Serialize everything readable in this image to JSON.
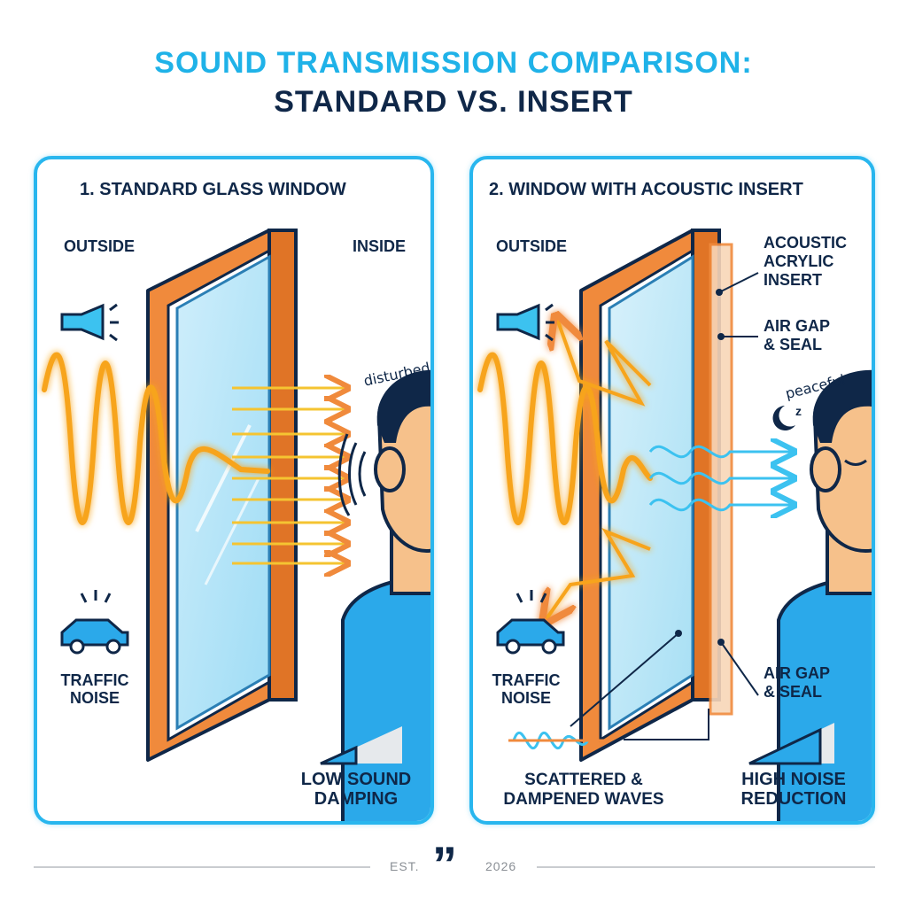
{
  "header": {
    "title_line1": "SOUND TRANSMISSION COMPARISON:",
    "title_line2": "STANDARD VS. INSERT"
  },
  "panel_standard": {
    "heading": "1.  STANDARD GLASS WINDOW",
    "outside_label": "OUTSIDE",
    "inside_label": "INSIDE",
    "listener_state": "disturbed",
    "source_label_line1": "TRAFFIC",
    "source_label_line2": "NOISE",
    "result_line1": "LOW SOUND",
    "result_line2": "DAMPING"
  },
  "panel_insert": {
    "heading": "2. WINDOW WITH ACOUSTIC INSERT",
    "outside_label": "OUTSIDE",
    "insert_label_line1": "ACOUSTIC",
    "insert_label_line2": "ACRYLIC",
    "insert_label_line3": "INSERT",
    "gap_top_line1": "AIR GAP",
    "gap_top_line2": "& SEAL",
    "gap_bottom_line1": "AIR GAP",
    "gap_bottom_line2": "& SEAL",
    "listener_state": "peaceful",
    "sleep_glyph": "z",
    "source_label_line1": "TRAFFIC",
    "source_label_line2": "NOISE",
    "scatter_line1": "SCATTERED &",
    "scatter_line2": "DAMPENED WAVES",
    "result_line1": "HIGH NOISE",
    "result_line2": "REDUCTION"
  },
  "footer": {
    "est_label": "EST.",
    "logo_glyph": "”",
    "year": "2026"
  },
  "icons": {
    "horn": "horn-icon",
    "car": "car-icon",
    "moon": "moon-icon",
    "speaker_waves": "sound-waves-icon"
  },
  "colors": {
    "title_accent": "#1fb2e8",
    "title_dark": "#0f2748",
    "panel_border": "#28b6ee",
    "frame_orange": "#f08a3c",
    "noise_wave": "#f4a014",
    "dampened_wave": "#3cc2f0",
    "skin": "#f6c18b",
    "shirt": "#2ba9ea"
  }
}
